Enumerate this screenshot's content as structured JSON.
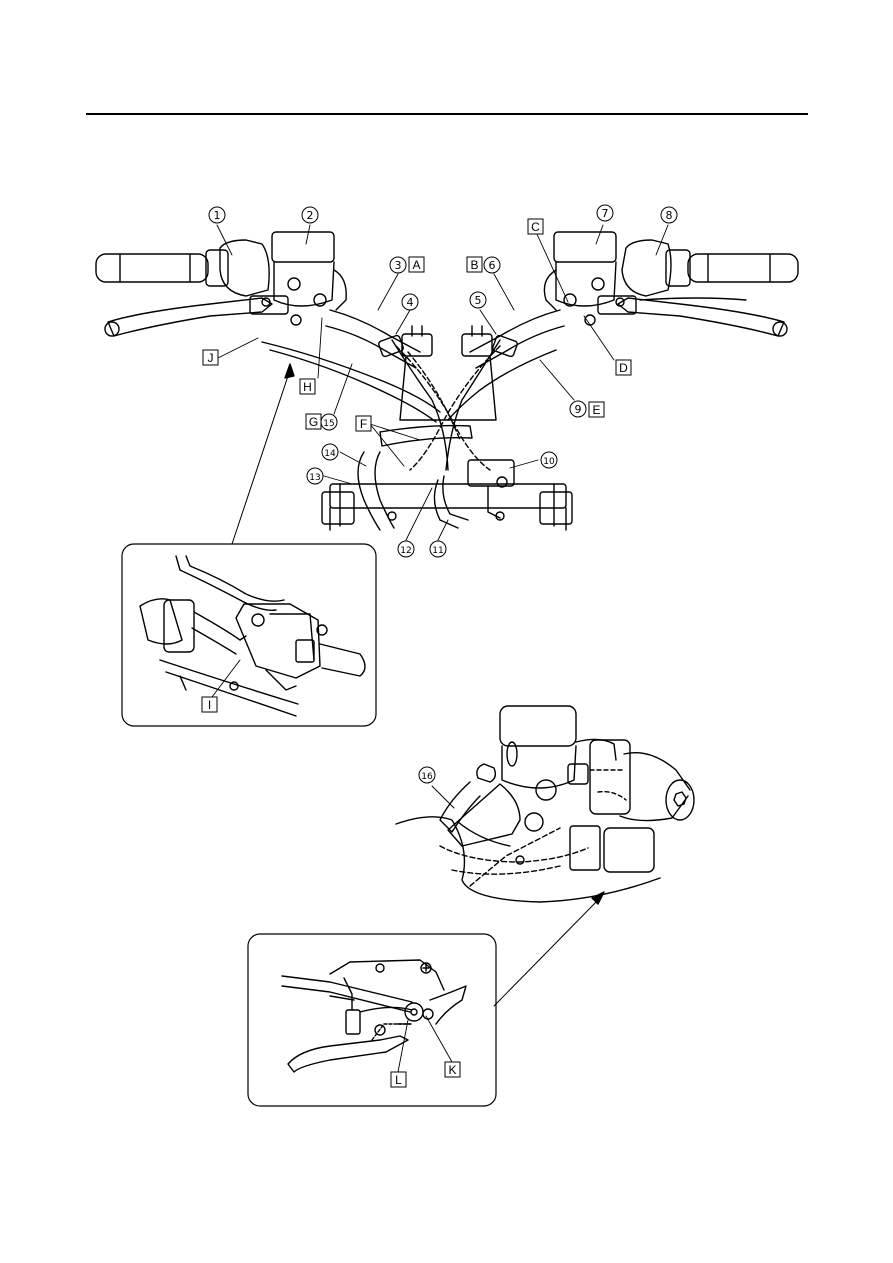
{
  "callouts": {
    "c1": "1",
    "c2": "2",
    "c3": "3",
    "c4": "4",
    "c5": "5",
    "c6": "6",
    "c7": "7",
    "c8": "8",
    "c9": "9",
    "c10": "10",
    "c11": "11",
    "c12": "12",
    "c13": "13",
    "c14": "14",
    "c15": "15",
    "c16": "16"
  },
  "letters": {
    "A": "A",
    "B": "B",
    "C": "C",
    "D": "D",
    "E": "E",
    "F": "F",
    "G": "G",
    "H": "H",
    "I": "I",
    "J": "J",
    "K": "K",
    "L": "L"
  },
  "colors": {
    "line": "#000000",
    "background": "#ffffff"
  }
}
